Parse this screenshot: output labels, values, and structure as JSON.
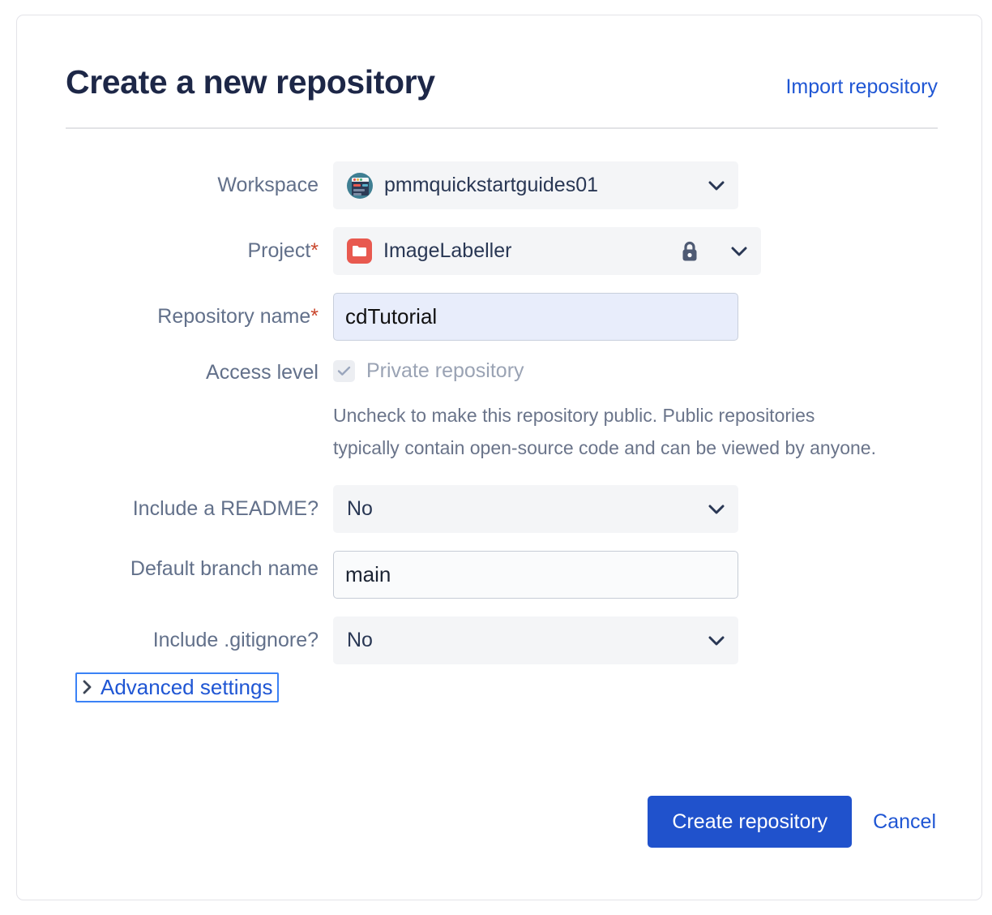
{
  "card": {
    "title": "Create a new repository",
    "import_link": "Import repository"
  },
  "form": {
    "workspace": {
      "label": "Workspace",
      "value": "pmmquickstartguides01",
      "avatar_icon": "workspace-avatar-icon",
      "chevron_icon": "chevron-down-icon"
    },
    "project": {
      "label": "Project",
      "required_mark": "*",
      "value": "ImageLabeller",
      "avatar_icon": "project-folder-icon",
      "lock_icon": "lock-icon",
      "chevron_icon": "chevron-down-icon"
    },
    "repository_name": {
      "label": "Repository name",
      "required_mark": "*",
      "value": "cdTutorial",
      "placeholder": ""
    },
    "access_level": {
      "label": "Access level",
      "checkbox_label": "Private repository",
      "checked": true,
      "disabled": true,
      "check_icon": "checkmark-icon",
      "help_text": "Uncheck to make this repository public. Public repositories typically contain open-source code and can be viewed by anyone."
    },
    "include_readme": {
      "label": "Include a README?",
      "value": "No",
      "chevron_icon": "chevron-down-icon"
    },
    "default_branch": {
      "label": "Default branch name",
      "value": "main",
      "placeholder": ""
    },
    "include_gitignore": {
      "label": "Include .gitignore?",
      "value": "No",
      "chevron_icon": "chevron-down-icon"
    },
    "advanced_settings": {
      "label": "Advanced settings",
      "chevron_icon": "chevron-right-icon",
      "expanded": false,
      "focused": true
    }
  },
  "actions": {
    "submit_label": "Create repository",
    "cancel_label": "Cancel"
  },
  "colors": {
    "link": "#1f56d4",
    "primary_button": "#2052cc",
    "title": "#1d2747",
    "label": "#62708a",
    "required": "#c9462c",
    "focus_ring": "#3b82f6",
    "project_icon": "#e8594f",
    "workspace_icon": "#3f7f93",
    "input_highlight": "#e8edfb"
  }
}
